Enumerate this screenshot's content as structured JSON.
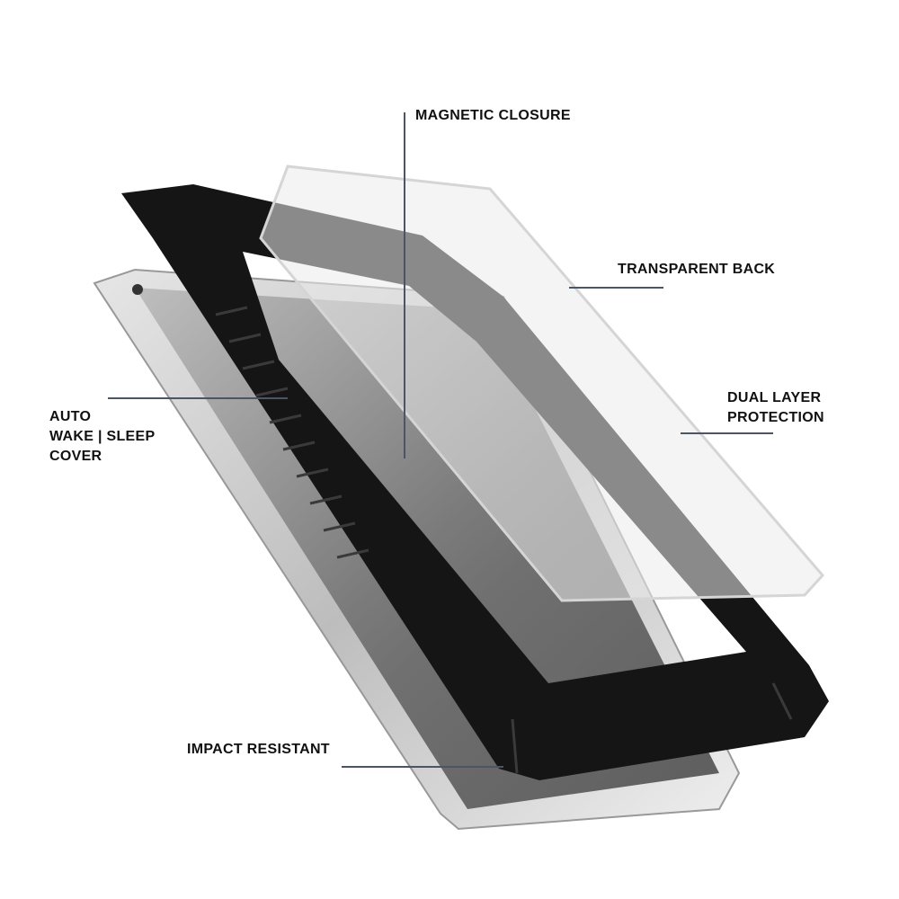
{
  "callouts": {
    "magnetic_closure": "MAGNETIC CLOSURE",
    "transparent_back": "TRANSPARENT BACK",
    "dual_layer_1": "DUAL LAYER",
    "dual_layer_2": "PROTECTION",
    "auto_1": "AUTO",
    "auto_2": "WAKE | SLEEP",
    "auto_3": "COVER",
    "impact_resistant": "IMPACT RESISTANT"
  },
  "colors": {
    "line": "#4a5666",
    "text": "#111111",
    "case": "#151515",
    "tablet": "#c9c9c9"
  }
}
